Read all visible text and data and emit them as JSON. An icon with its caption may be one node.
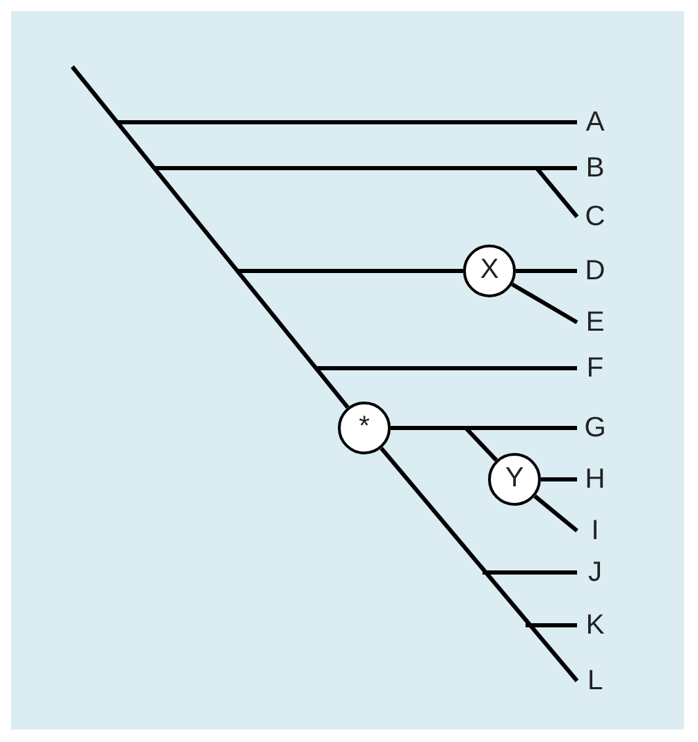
{
  "diagram": {
    "nodes": [
      {
        "text": [
          "A"
        ]
      },
      {
        "text": [
          "B"
        ]
      },
      {
        "text": [
          "C"
        ]
      },
      {
        "text": [
          "X"
        ]
      },
      {
        "text": [
          "D"
        ]
      },
      {
        "text": [
          "E"
        ]
      },
      {
        "text": [
          "F"
        ]
      },
      {
        "text": [
          "*"
        ]
      },
      {
        "text": [
          "G"
        ]
      },
      {
        "text": [
          "Y"
        ]
      },
      {
        "text": [
          "H"
        ]
      },
      {
        "text": [
          "I"
        ]
      },
      {
        "text": [
          "J"
        ]
      },
      {
        "text": [
          "K"
        ]
      },
      {
        "text": [
          "L"
        ]
      }
    ],
    "edges": [
      {
        "from": null,
        "to": 0,
        "arrow": "none"
      },
      {
        "from": null,
        "to": 1,
        "arrow": "none"
      },
      {
        "from": null,
        "to": 2,
        "arrow": "none"
      },
      {
        "from": null,
        "to": 3,
        "arrow": "none"
      },
      {
        "from": 3,
        "to": 4,
        "arrow": "none"
      },
      {
        "from": 3,
        "to": 5,
        "arrow": "none"
      },
      {
        "from": null,
        "to": 6,
        "arrow": "none"
      },
      {
        "from": null,
        "to": 7,
        "arrow": "none"
      },
      {
        "from": 7,
        "to": 14,
        "arrow": "none"
      },
      {
        "from": 7,
        "to": 8,
        "arrow": "none"
      },
      {
        "from": null,
        "to": 9,
        "arrow": "none"
      },
      {
        "from": 9,
        "to": 10,
        "arrow": "none"
      },
      {
        "from": 9,
        "to": 11,
        "arrow": "none"
      },
      {
        "from": null,
        "to": 12,
        "arrow": "none"
      },
      {
        "from": null,
        "to": 13,
        "arrow": "none"
      }
    ]
  }
}
